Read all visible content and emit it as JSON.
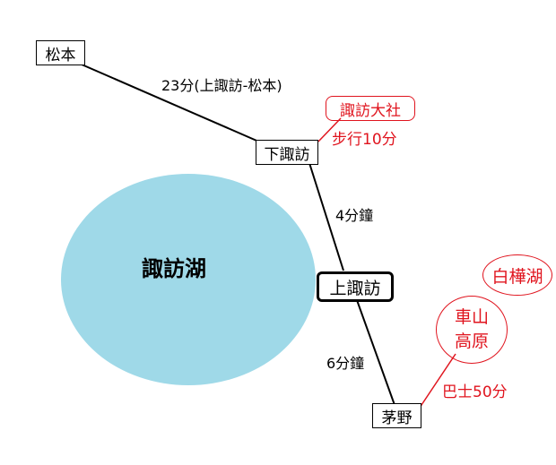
{
  "stations": {
    "matsumoto": "松本",
    "shimosuwa": "下諏訪",
    "kamisuwa": "上諏訪",
    "chino": "茅野"
  },
  "lake": {
    "name": "諏訪湖",
    "color": "#9fd9e8"
  },
  "times": {
    "matsumoto_kamisuwa": "23分(上諏訪-松本)",
    "shimosuwa_kamisuwa": "4分鐘",
    "kamisuwa_chino": "6分鐘"
  },
  "sights": {
    "suwa_taisha": "諏訪大社",
    "suwa_taisha_walk": "步行10分",
    "kurumayama_line1": "車山",
    "kurumayama_line2": "高原",
    "shirakaba": "白樺湖",
    "bus_time": "巴士50分"
  },
  "colors": {
    "line": "#000000",
    "highlight": "#e0141e"
  }
}
